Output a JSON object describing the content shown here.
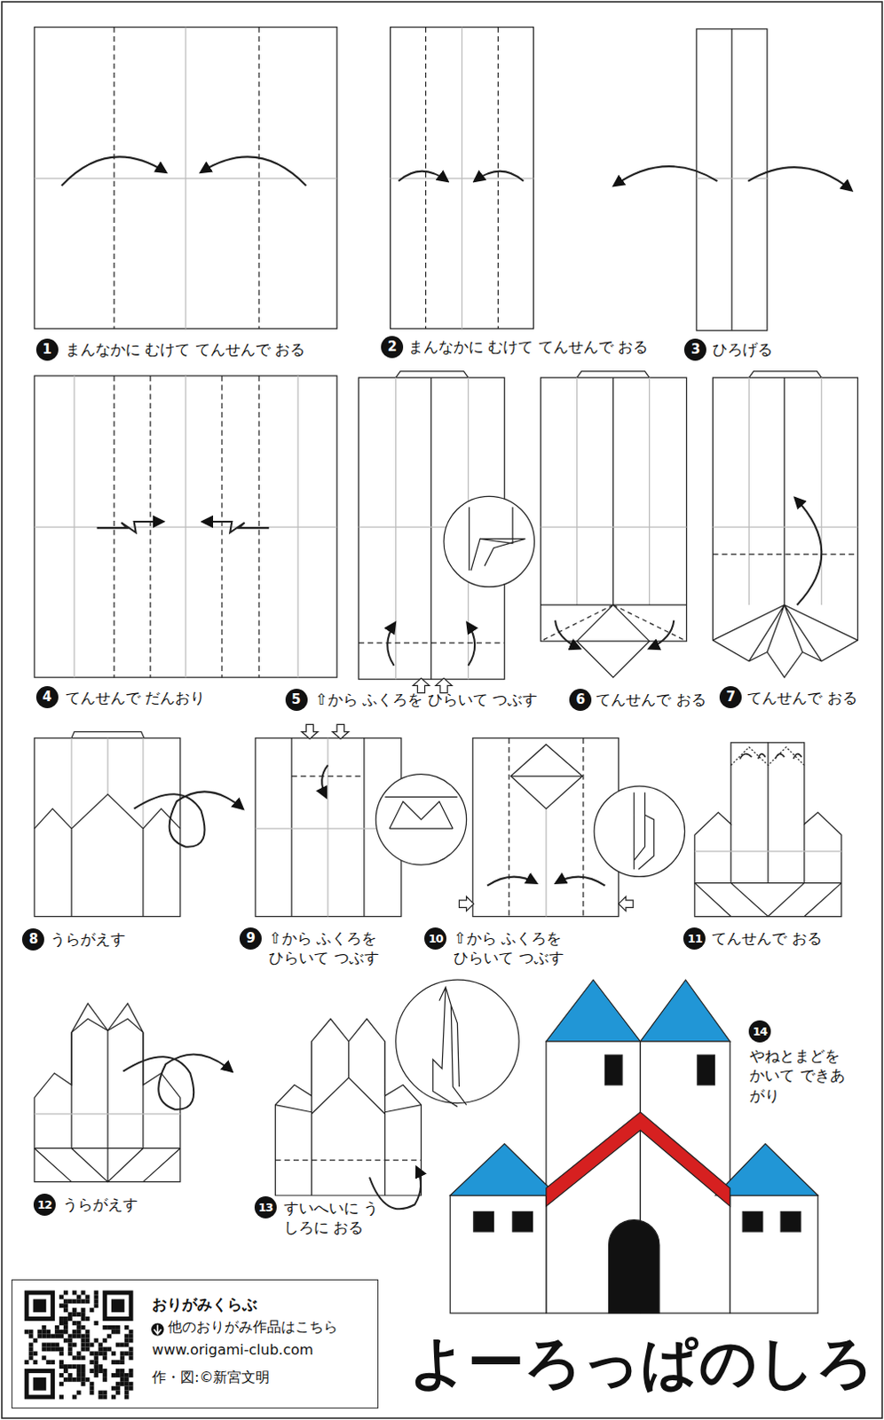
{
  "diagram": {
    "title": "よーろっぱのしろ",
    "nodes": [
      {
        "text": [
          "おりがみくらぶ",
          "他のおりがみ作品はこちら",
          "www.origami-club.com",
          "作・図:©新宮文明"
        ]
      }
    ],
    "labels": [
      "1",
      "まんなかに むけて てんせんで おる",
      "2",
      "まんなかに むけて てんせんで おる",
      "3",
      "ひろげる",
      "4",
      "てんせんで だんおり",
      "5",
      "⇧から ふくろを ひらいて つぶす",
      "6",
      "てんせんで おる",
      "7",
      "てんせんで おる",
      "8",
      "うらがえす",
      "9",
      "⇧から ふくろを ひらいて つぶす",
      "10",
      "⇧から ふくろを ひらいて つぶす",
      "11",
      "てんせんで おる",
      "12",
      "うらがえす",
      "13",
      "すいへいに うしろに おる",
      "14",
      "やねとまどを かいて できあがり"
    ]
  }
}
